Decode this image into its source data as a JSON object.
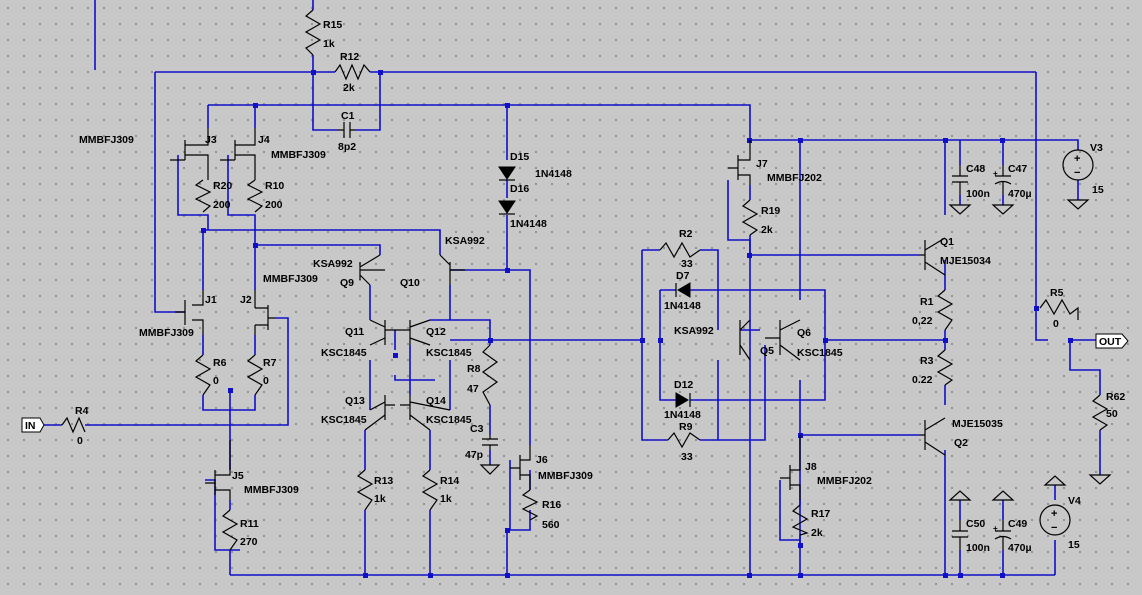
{
  "components": [
    {
      "ref": "R15",
      "value": "1k"
    },
    {
      "ref": "R12",
      "value": "2k"
    },
    {
      "ref": "C1",
      "value": "8p2"
    },
    {
      "ref": "J3",
      "model": "MMBFJ309"
    },
    {
      "ref": "J4",
      "model": "MMBFJ309"
    },
    {
      "ref": "R20",
      "value": "200"
    },
    {
      "ref": "R10",
      "value": "200"
    },
    {
      "ref": "D15",
      "model": "1N4148"
    },
    {
      "ref": "D16",
      "model": "1N4148"
    },
    {
      "ref": "Q9",
      "model": "KSA992"
    },
    {
      "ref": "Q10",
      "model": "KSA992"
    },
    {
      "ref": "J1",
      "model": "MMBFJ309"
    },
    {
      "ref": "J2",
      "model": "MMBFJ309"
    },
    {
      "ref": "Q11",
      "model": "KSC1845"
    },
    {
      "ref": "Q12",
      "model": "KSC1845"
    },
    {
      "ref": "R8",
      "value": "47"
    },
    {
      "ref": "C3",
      "value": "47p"
    },
    {
      "ref": "R6",
      "value": "0"
    },
    {
      "ref": "R7",
      "value": "0"
    },
    {
      "ref": "R4",
      "value": "0"
    },
    {
      "ref": "Q13",
      "model": "KSC1845"
    },
    {
      "ref": "Q14",
      "model": "KSC1845"
    },
    {
      "ref": "J5",
      "model": "MMBFJ309"
    },
    {
      "ref": "R11",
      "value": "270"
    },
    {
      "ref": "R13",
      "value": "1k"
    },
    {
      "ref": "R14",
      "value": "1k"
    },
    {
      "ref": "J6",
      "model": "MMBFJ309"
    },
    {
      "ref": "R16",
      "value": "560"
    },
    {
      "ref": "R2",
      "value": "33"
    },
    {
      "ref": "D7",
      "model": "1N4148"
    },
    {
      "ref": "Q5",
      "model": "KSA992"
    },
    {
      "ref": "Q6",
      "model": "KSC1845"
    },
    {
      "ref": "D12",
      "model": "1N4148"
    },
    {
      "ref": "R9",
      "value": "33"
    },
    {
      "ref": "J7",
      "model": "MMBFJ202"
    },
    {
      "ref": "R19",
      "value": "2k"
    },
    {
      "ref": "J8",
      "model": "MMBFJ202"
    },
    {
      "ref": "R17",
      "value": "2k"
    },
    {
      "ref": "C48",
      "value": "100n"
    },
    {
      "ref": "C47",
      "value": "470µ"
    },
    {
      "ref": "Q1",
      "model": "MJE15034"
    },
    {
      "ref": "R1",
      "value": "0,22"
    },
    {
      "ref": "R3",
      "value": "0.22"
    },
    {
      "ref": "Q2",
      "model": "MJE15035"
    },
    {
      "ref": "R5",
      "value": "0"
    },
    {
      "ref": "R62",
      "value": "50"
    },
    {
      "ref": "C50",
      "value": "100n"
    },
    {
      "ref": "C49",
      "value": "470µ"
    },
    {
      "ref": "V3",
      "value": "15"
    },
    {
      "ref": "V4",
      "value": "15"
    }
  ],
  "ports": {
    "input": "IN",
    "output": "OUT"
  },
  "colors": {
    "background": "#c8c8c8",
    "wire": "#1010c8",
    "symbol": "#000000",
    "junction": "#1010c8"
  }
}
